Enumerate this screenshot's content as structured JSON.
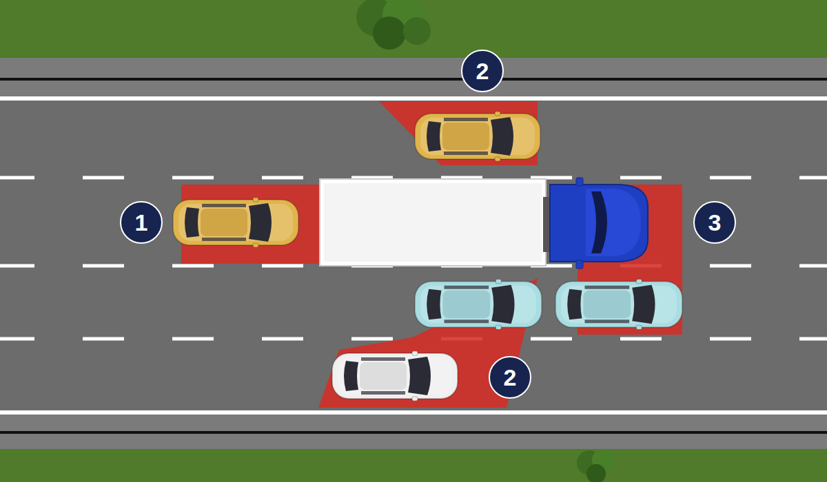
{
  "diagram": {
    "nodes": [
      {
        "text": [
          "2"
        ]
      },
      {
        "text": [
          "1"
        ]
      },
      {
        "text": [
          "3"
        ]
      },
      {
        "text": [
          "2"
        ]
      }
    ]
  }
}
